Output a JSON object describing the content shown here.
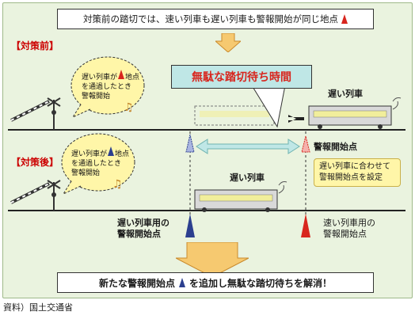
{
  "header": {
    "text": "対策前の踏切では、速い列車も遅い列車も警報開始が同じ地点"
  },
  "before": {
    "section_label": "【対策前】",
    "bubble_lines": [
      "遅い列車が",
      "地点",
      "を通過したとき",
      "警報開始"
    ],
    "waste_banner": "無駄な踏切待ち時間",
    "slow_train_label": "遅い列車",
    "warning_start_label": "警報開始点"
  },
  "after": {
    "section_label": "【対策後】",
    "bubble_lines": [
      "遅い列車が",
      "地点",
      "を通過したとき",
      "警報開始"
    ],
    "slow_train_label": "遅い列車",
    "adjust_note_lines": [
      "遅い列車に合わせて",
      "警報開始点を設定"
    ],
    "slow_point_label_lines": [
      "遅い列車用の",
      "警報開始点"
    ],
    "fast_point_label_lines": [
      "速い列車用の",
      "警報開始点"
    ]
  },
  "footer": {
    "text_before": "新たな警報開始点",
    "text_after": "を追加し無駄な踏切待ちを解消！"
  },
  "caption": "資料）国土交通省",
  "colors": {
    "background_green": "#eaf3df",
    "marker_red": "#d8261e",
    "marker_blue": "#2c3f8f",
    "banner_text": "#d8261e",
    "bubble_yellow": "#fff6a8",
    "arrow_orange": "#f6c970",
    "arrow_cyan": "#bfe7e6"
  }
}
